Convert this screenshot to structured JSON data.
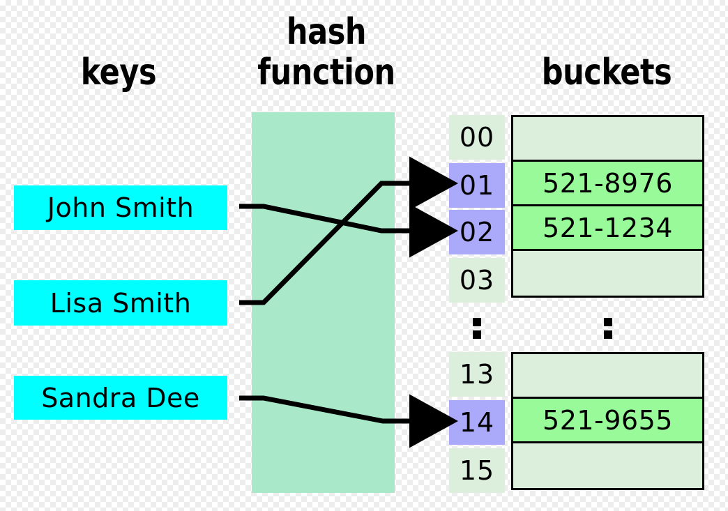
{
  "headings": {
    "keys": "keys",
    "hash_line1": "hash",
    "hash_line2": "function",
    "buckets": "buckets"
  },
  "keys": [
    {
      "label": "John Smith"
    },
    {
      "label": "Lisa Smith"
    },
    {
      "label": "Sandra Dee"
    }
  ],
  "indices_top": [
    {
      "label": "00",
      "state": "plain"
    },
    {
      "label": "01",
      "state": "active"
    },
    {
      "label": "02",
      "state": "active"
    },
    {
      "label": "03",
      "state": "plain"
    }
  ],
  "indices_bottom": [
    {
      "label": "13",
      "state": "plain"
    },
    {
      "label": "14",
      "state": "active"
    },
    {
      "label": "15",
      "state": "plain"
    }
  ],
  "buckets_top": [
    {
      "value": "",
      "state": "empty"
    },
    {
      "value": "521-8976",
      "state": "filled"
    },
    {
      "value": "521-1234",
      "state": "filled"
    },
    {
      "value": "",
      "state": "empty"
    }
  ],
  "buckets_bottom": [
    {
      "value": "",
      "state": "empty"
    },
    {
      "value": "521-9655",
      "state": "filled"
    },
    {
      "value": "",
      "state": "empty"
    }
  ],
  "ellipsis": {
    "index_column": "vertical-ellipsis",
    "bucket_column": "vertical-ellipsis"
  },
  "mappings": [
    {
      "key": "John Smith",
      "index": "02",
      "value": "521-1234"
    },
    {
      "key": "Lisa Smith",
      "index": "01",
      "value": "521-8976"
    },
    {
      "key": "Sandra Dee",
      "index": "14",
      "value": "521-9655"
    }
  ],
  "colors": {
    "key_box": "#00ffff",
    "hash_slab": "#a9e9ca",
    "index_plain": "#dceedc",
    "index_active": "#abaafa",
    "bucket_empty": "#dceedc",
    "bucket_filled": "#99fa99",
    "border": "#000000",
    "text": "#000000"
  }
}
